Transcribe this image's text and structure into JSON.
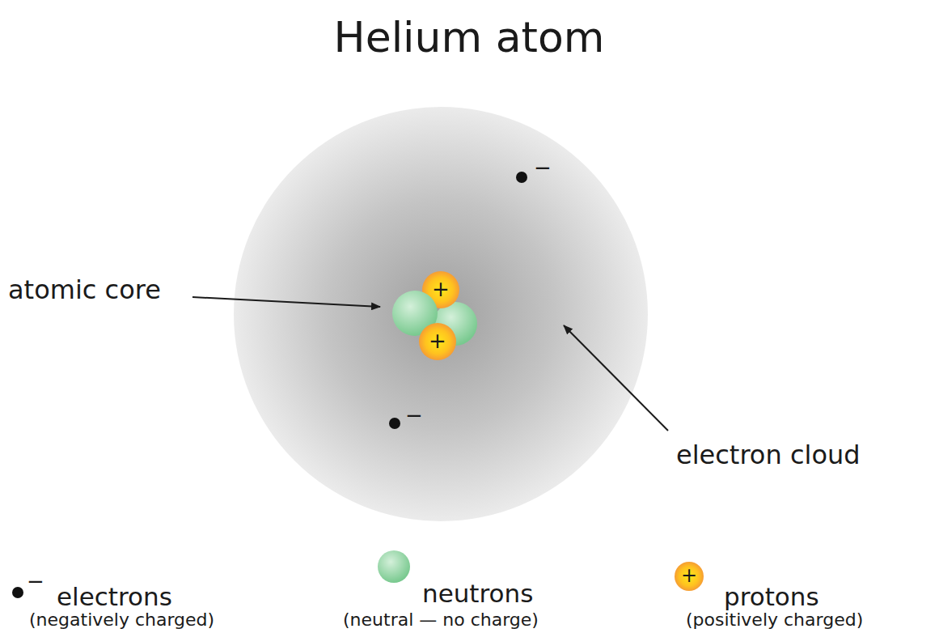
{
  "diagram": {
    "title": "Helium atom",
    "labels": [
      "atomic core",
      "electron cloud",
      "+",
      "+",
      "−",
      "−",
      "−",
      "+",
      "(negatively charged)",
      "(neutral — no charge)",
      "(positively charged)"
    ],
    "legend": [
      {
        "text": "electrons"
      },
      {
        "text": "neutrons"
      },
      {
        "text": "protons"
      }
    ]
  }
}
